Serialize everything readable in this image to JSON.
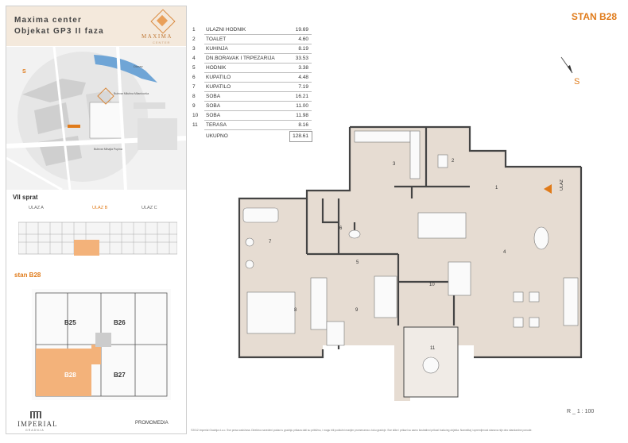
{
  "left": {
    "title_line1": "Maxima center",
    "title_line2": "Objekat GP3 II faza",
    "brand": "MAXIMA",
    "brand_sub": "CENTER",
    "map_labels": {
      "compass": "S",
      "river_label": "Dunav",
      "street1": "Bulevar Mihajla Pupina",
      "street2": "Bulevar Milutina Milankovića"
    },
    "floor_label": "VII sprat",
    "ulaz_a": "ULAZ  A",
    "ulaz_b": "ULAZ  B",
    "ulaz_c": "ULAZ  C",
    "stan_label": "stan B28",
    "units": [
      "B25",
      "B26",
      "B28",
      "B27"
    ],
    "footer_logo": "IMPERIAL",
    "footer_logo_sub": "GRADNJA",
    "footer_right": "PROMOMEDIA"
  },
  "rooms_table": {
    "rows": [
      {
        "num": "1",
        "name": "ULAZNI HODNIK",
        "area": "19.69"
      },
      {
        "num": "2",
        "name": "TOALET",
        "area": "4.60"
      },
      {
        "num": "3",
        "name": "KUHINJA",
        "area": "8.19"
      },
      {
        "num": "4",
        "name": "DN.BORAVAK I TRPEZARIJA",
        "area": "33.53"
      },
      {
        "num": "5",
        "name": "HODNIK",
        "area": "3.38"
      },
      {
        "num": "6",
        "name": "KUPATILO",
        "area": "4.48"
      },
      {
        "num": "7",
        "name": "KUPATILO",
        "area": "7.19"
      },
      {
        "num": "8",
        "name": "SOBA",
        "area": "16.21"
      },
      {
        "num": "9",
        "name": "SOBA",
        "area": "11.00"
      },
      {
        "num": "10",
        "name": "SOBA",
        "area": "11.98"
      },
      {
        "num": "11",
        "name": "TERASA",
        "area": "8.16"
      }
    ],
    "total_label": "UKUPNO",
    "total_value": "128.61"
  },
  "stan_title": "STAN B28",
  "compass_label": "S",
  "entrance_label": "ULAZ",
  "scale": "R _ 1 : 100",
  "disclaimer": "©2012 Imperial Gradnja d.o.o. Sve prava zadržana. Direktno navedeni podaci u gradnju prikaza dati su približno, i mogu biti podložni manjim promenama u toku gradnje. Sve slike i prikazi su samo ilustrativni prikazi budućeg objekta. Nameštaj i opremljenost stanova nije deo standardne ponude.",
  "colors": {
    "accent": "#e07b1a",
    "floor": "#e6dcd2",
    "wall": "#444444",
    "highlight": "#f3b27a"
  }
}
